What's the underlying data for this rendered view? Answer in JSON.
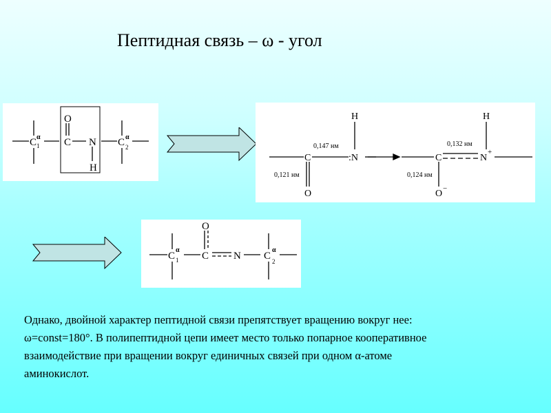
{
  "slide": {
    "title": "Пептидная связь – ω - угол",
    "background": {
      "top": "#eeffff",
      "bottom": "#66ffff"
    }
  },
  "diagram1": {
    "atoms": {
      "c_alpha_1": "C",
      "c_alpha_1_sub": "1",
      "c_alpha_1_sup": "α",
      "carbonyl_c": "C",
      "carbonyl_o": "O",
      "amide_n": "N",
      "amide_h": "H",
      "c_alpha_2": "C",
      "c_alpha_2_sub": "2",
      "c_alpha_2_sup": "α"
    },
    "highlight": "peptide-group-box"
  },
  "diagram2": {
    "left": {
      "atoms": {
        "c": "C",
        "o": "O",
        "n": ":N",
        "h": "H"
      },
      "labels": {
        "cn_bond": "0,147 нм",
        "co_bond": "0,121 нм"
      }
    },
    "right": {
      "atoms": {
        "c": "C",
        "o": "O",
        "o_charge": "−",
        "n": "N",
        "n_charge": "+",
        "h": "H"
      },
      "labels": {
        "cn_bond": "0,132 нм",
        "co_bond": "0,124 нм"
      }
    }
  },
  "diagram3": {
    "atoms": {
      "c_alpha_1": "C",
      "c_alpha_1_sub": "1",
      "c_alpha_1_sup": "α",
      "carbonyl_c": "C",
      "carbonyl_o": "O",
      "amide_n": "N",
      "c_alpha_2": "C",
      "c_alpha_2_sub": "2",
      "c_alpha_2_sup": "α"
    }
  },
  "arrows": [
    {
      "id": "arrow-1",
      "fill": "#c0e4e4"
    },
    {
      "id": "arrow-2",
      "fill": "#c0e4e4"
    }
  ],
  "body": {
    "lines": [
      "Однако, двойной характер пептидной связи препятствует вращению вокруг нее:",
      "ω=const=180°. В полипептидной цепи имеет место только попарное кооперативное",
      "взаимодействие при вращении вокруг единичных связей при одном α-атоме",
      "аминокислот."
    ]
  }
}
